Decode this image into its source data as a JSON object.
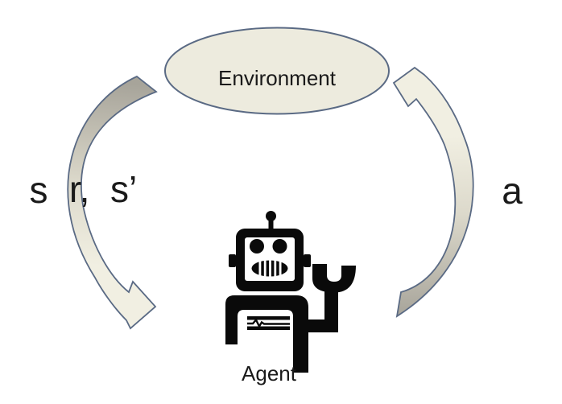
{
  "diagram": {
    "environment": {
      "label": "Environment"
    },
    "agent": {
      "label": "Agent"
    },
    "flows": {
      "state_label": "s",
      "reward_next_state_label": "r,  s’",
      "action_label": "a"
    },
    "colors": {
      "background": "#ffffff",
      "node_fill": "#edebde",
      "outline": "#5a6a84",
      "arrow_tail": "#a7a49a",
      "arrow_mid": "#dcd9cb",
      "arrow_head": "#f1efe2",
      "robot": "#0a0a0a",
      "text": "#1a1a1a"
    }
  }
}
